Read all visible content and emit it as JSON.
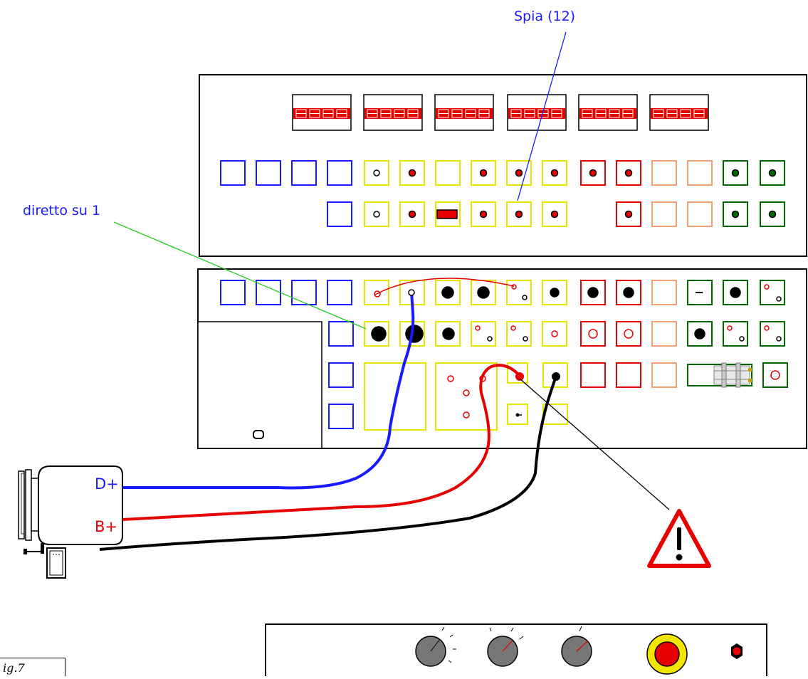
{
  "labels": {
    "spia": "Spia (12)",
    "diretto": "diretto su 1",
    "terminal_d": "D+",
    "terminal_b": "B+",
    "figure": "ig.7"
  },
  "colors": {
    "blue": "#1a1aff",
    "yellow": "#e6e600",
    "red": "#e60000",
    "orange": "#f4a070",
    "green": "#006600",
    "black": "#000000",
    "green_leader": "#22cc22",
    "knob_grey": "#777777",
    "emergency_yellow": "#f2e600"
  },
  "icons": [
    "warning-triangle-icon",
    "digital-display",
    "terminal-socket",
    "rotary-knob",
    "emergency-stop-button"
  ]
}
